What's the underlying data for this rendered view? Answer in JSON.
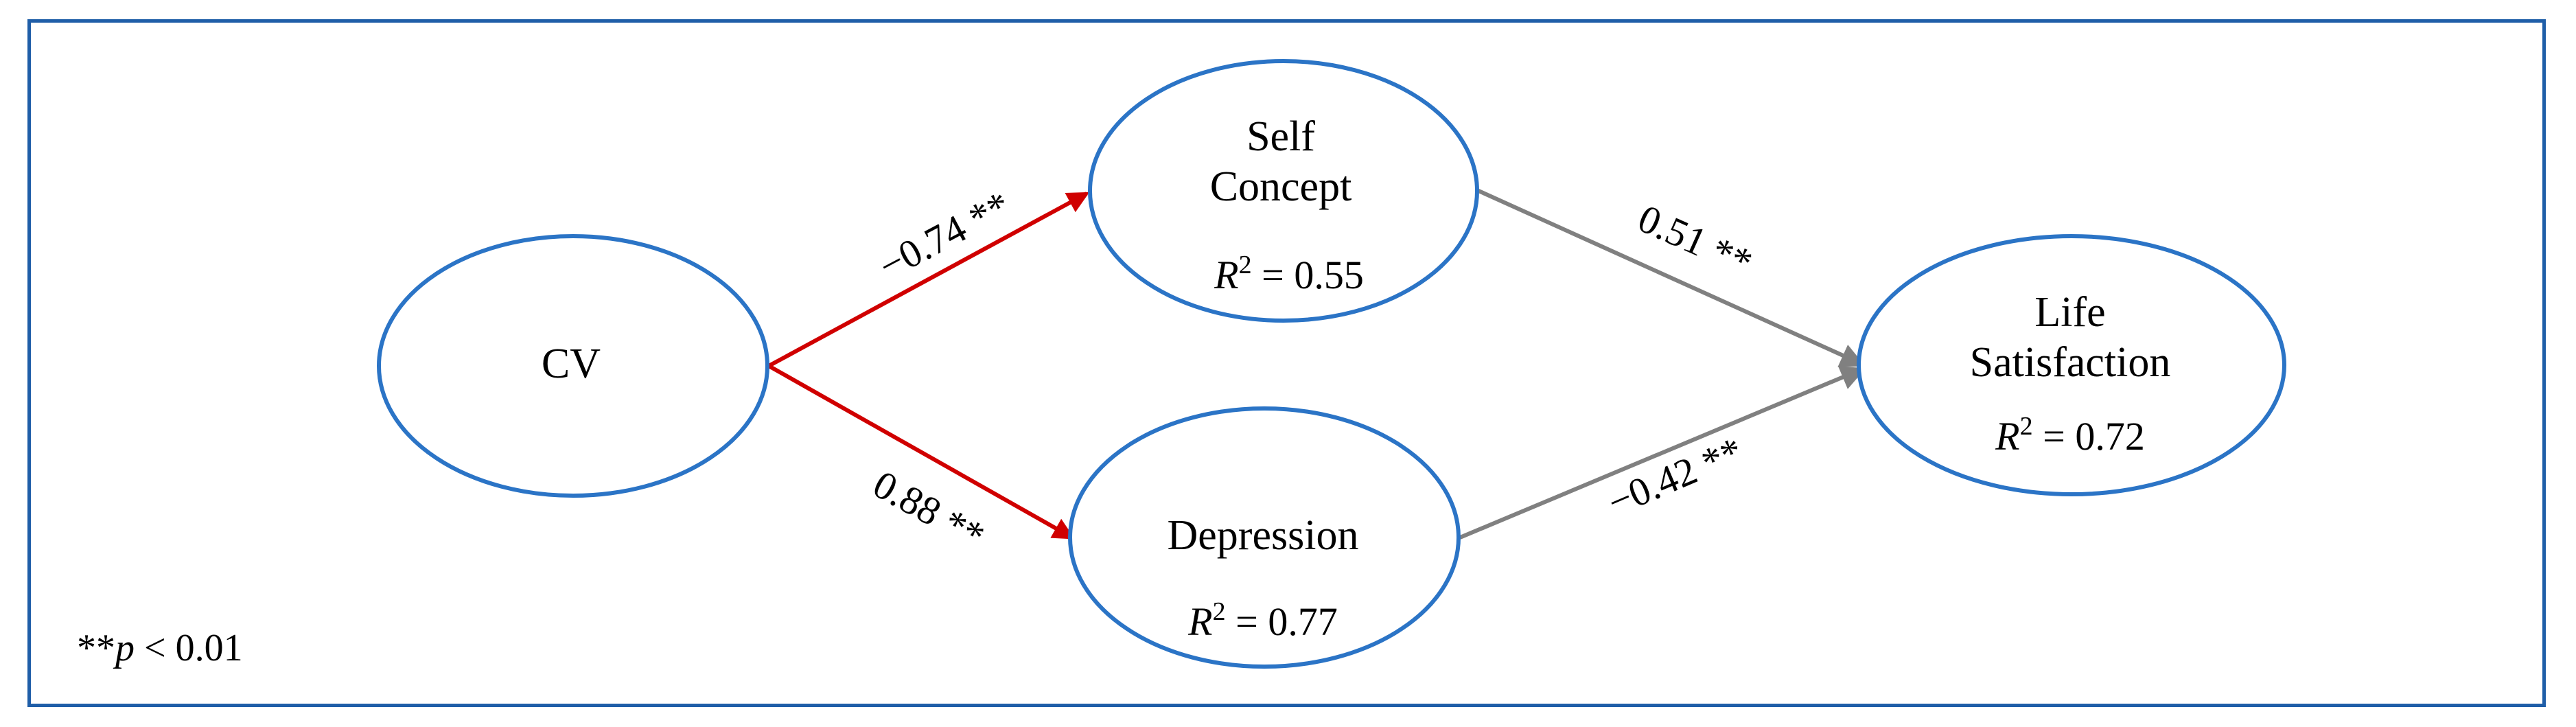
{
  "colors": {
    "frame": "#1f5ea8",
    "node_stroke": "#2b74c6",
    "path_a": "#d00000",
    "path_b": "#808080"
  },
  "nodes": {
    "cv": {
      "label": "CV"
    },
    "self_concept": {
      "label_line1": "Self",
      "label_line2": "Concept",
      "r2_symbol": "R",
      "r2_sup": "2",
      "r2_value": " = 0.55"
    },
    "depression": {
      "label": "Depression",
      "r2_symbol": "R",
      "r2_sup": "2",
      "r2_value": " = 0.77"
    },
    "life_satisfaction": {
      "label_line1": "Life",
      "label_line2": "Satisfaction",
      "r2_symbol": "R",
      "r2_sup": "2",
      "r2_value": " = 0.72"
    }
  },
  "paths": {
    "cv_to_self_concept": "−0.74 **",
    "cv_to_depression": "0.88 **",
    "self_concept_to_life_satisfaction": "0.51 **",
    "depression_to_life_satisfaction": "−0.42 **"
  },
  "note": {
    "stars": "**",
    "p": "p",
    "rest": " < 0.01"
  }
}
